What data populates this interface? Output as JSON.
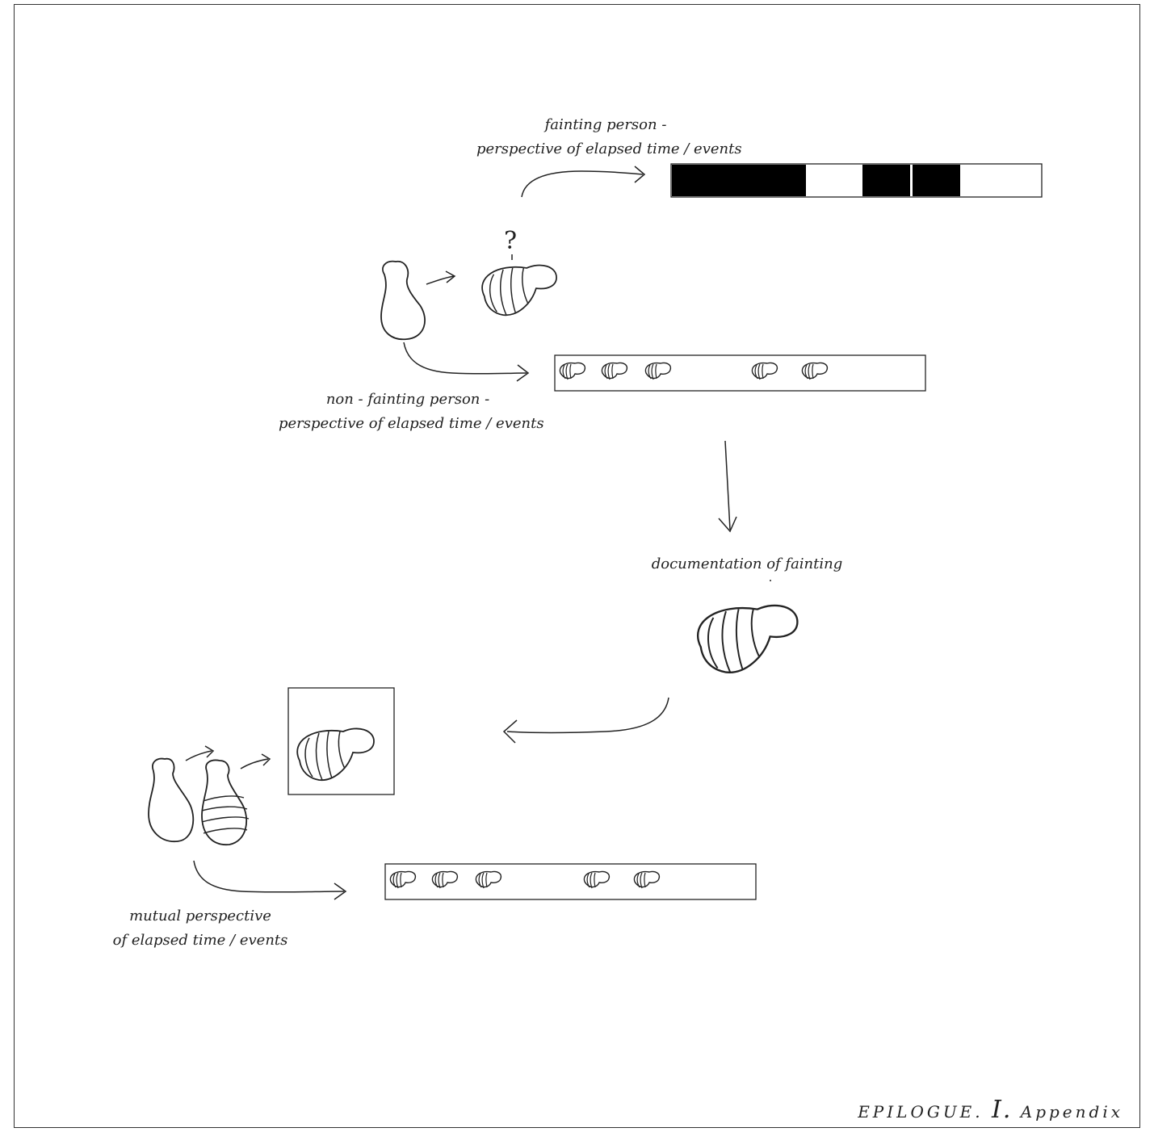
{
  "labels": {
    "fainting_line1": "fainting person -",
    "fainting_line2": "perspective of elapsed time / events",
    "nonfainting_line1": "non - fainting person -",
    "nonfainting_line2": "perspective of elapsed time / events",
    "documentation": "documentation of fainting",
    "mutual_line1": "mutual perspective",
    "mutual_line2": "of elapsed time / events",
    "question_mark": "?"
  },
  "footer": {
    "part1": "EPILOGUE.",
    "numeral": "I.",
    "part2": "Appendix"
  },
  "colors": {
    "ink": "#222222",
    "frame": "#333333",
    "filled_segment": "#000000"
  }
}
